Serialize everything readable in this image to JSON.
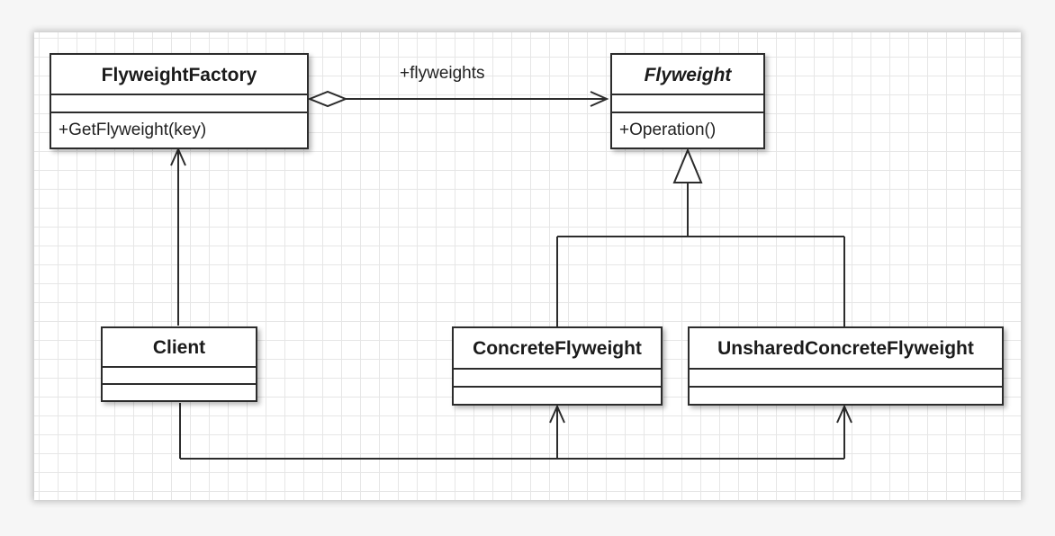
{
  "diagram": {
    "classes": {
      "factory": {
        "name": "FlyweightFactory",
        "operation": "+GetFlyweight(key)"
      },
      "flyweight": {
        "name": "Flyweight",
        "operation": "+Operation()",
        "abstract": true
      },
      "client": {
        "name": "Client"
      },
      "concrete": {
        "name": "ConcreteFlyweight"
      },
      "unshared": {
        "name": "UnsharedConcreteFlyweight"
      }
    },
    "associations": {
      "flyweights_label": "+flyweights"
    }
  },
  "colors": {
    "line": "#2c2c2c",
    "grid": "#e6e6e6",
    "background": "#ffffff"
  }
}
